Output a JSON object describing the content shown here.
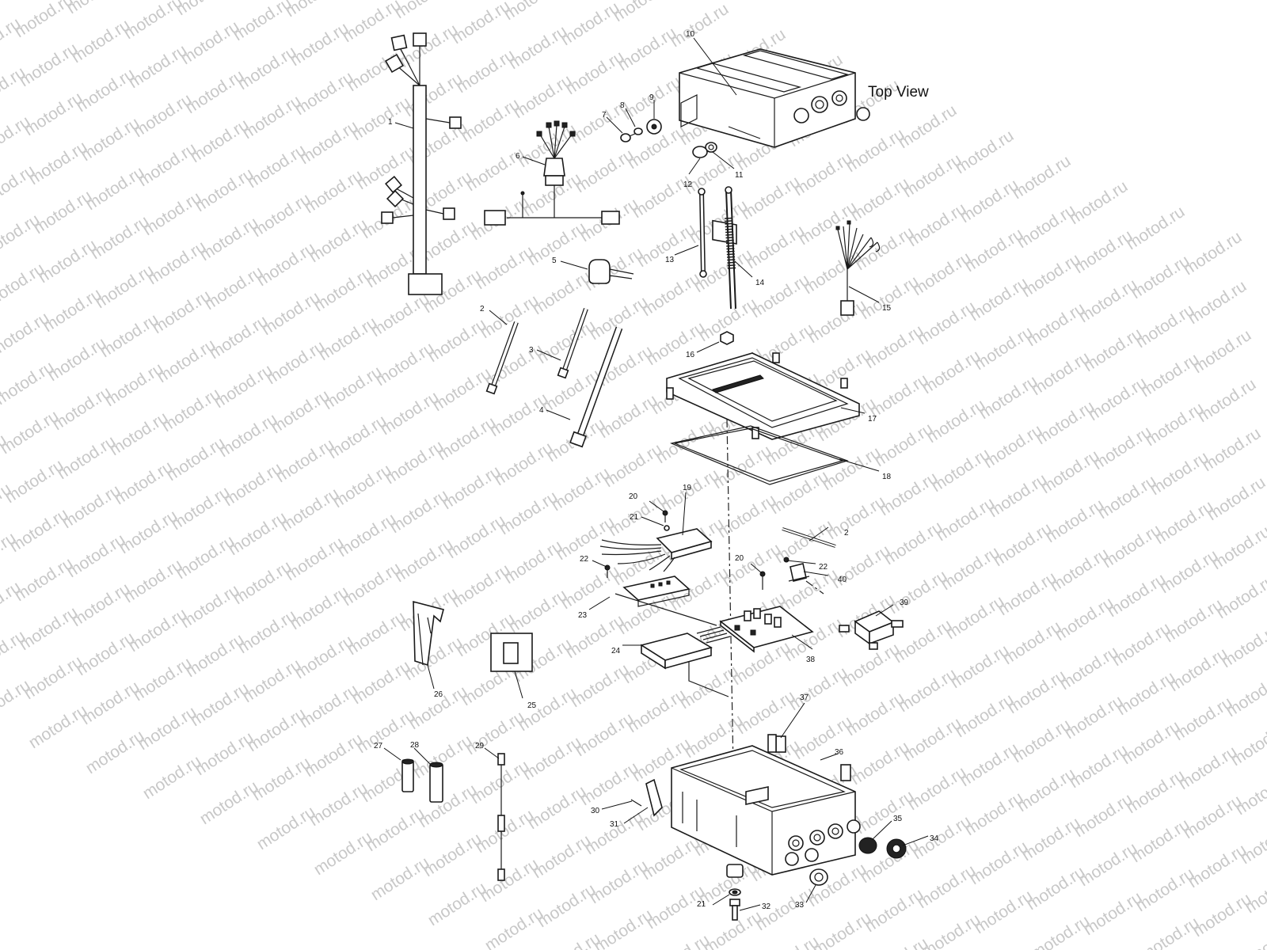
{
  "diagram": {
    "top_view_label": "Top View",
    "watermark": "motod.ru",
    "callouts": [
      "1",
      "2",
      "3",
      "4",
      "5",
      "6",
      "7",
      "8",
      "9",
      "10",
      "11",
      "12",
      "13",
      "14",
      "15",
      "16",
      "17",
      "18",
      "19",
      "20",
      "21",
      "22",
      "23",
      "24",
      "25",
      "26",
      "27",
      "28",
      "29",
      "30",
      "31",
      "32",
      "33",
      "34",
      "35",
      "36",
      "37",
      "38",
      "39",
      "40",
      "2",
      "20",
      "21",
      "22"
    ]
  },
  "colors": {
    "ink": "#1a1a1a",
    "watermark": "#c8c8c8",
    "background": "#ffffff"
  }
}
